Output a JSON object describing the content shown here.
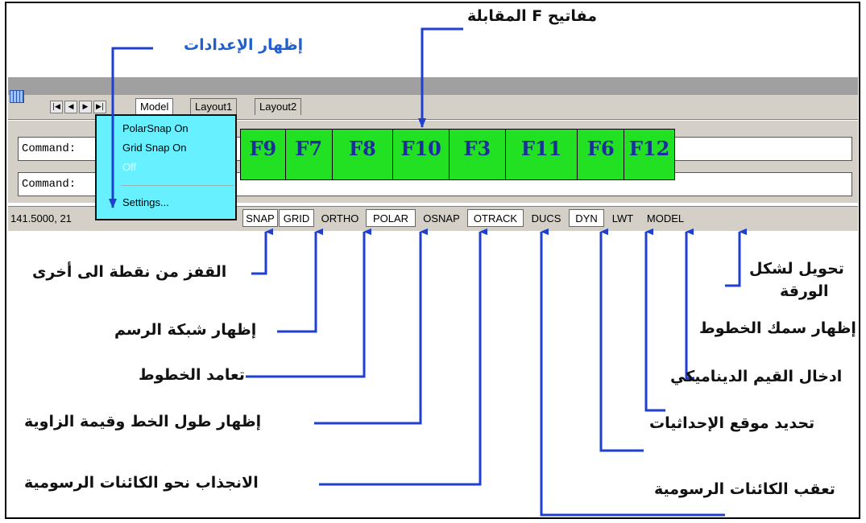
{
  "annotations": {
    "fkeys_title": "مفاتيح F المقابلة",
    "show_settings": "إظهار الإعدادات",
    "snap": "القفز من نقطة الى أخرى",
    "grid": "إظهار شبكة الرسم",
    "ortho": "تعامد الخطوط",
    "polar": "إظهار طول الخط وقيمة الزاوية",
    "osnap": "الانجذاب نحو الكائنات الرسومية",
    "model_line1": "تحويل لشكل",
    "model_line2": "الورقة",
    "lwt": "إظهار سمك الخطوط",
    "dyn": "ادخال القيم الديناميكي",
    "ducs": "تحديد موقع الإحداثيات",
    "otrack": "تعقب الكائنات الرسومية"
  },
  "layout_tabs": [
    "Model",
    "Layout1",
    "Layout2"
  ],
  "nav_buttons": [
    "|◀",
    "◀",
    "▶",
    "▶|"
  ],
  "command_lines": [
    "Command:",
    "Command:"
  ],
  "coordinates": "141.5000, 21",
  "function_keys": [
    "F9",
    "F7",
    "F8",
    "F10",
    "F3",
    "F11",
    "F6",
    "F12"
  ],
  "context_menu": {
    "items": [
      "PolarSnap On",
      "Grid Snap On",
      "Off",
      "Settings..."
    ]
  },
  "status_buttons": [
    {
      "label": "SNAP",
      "state": "on"
    },
    {
      "label": "GRID",
      "state": "on"
    },
    {
      "label": "ORTHO",
      "state": "off"
    },
    {
      "label": "POLAR",
      "state": "on"
    },
    {
      "label": "OSNAP",
      "state": "off"
    },
    {
      "label": "OTRACK",
      "state": "on"
    },
    {
      "label": "DUCS",
      "state": "off"
    },
    {
      "label": "DYN",
      "state": "on"
    },
    {
      "label": "LWT",
      "state": "off"
    },
    {
      "label": "MODEL",
      "state": "off"
    }
  ],
  "colors": {
    "fkey_fill": "#22e022",
    "fkey_text": "#1a2e9e",
    "menu_fill": "#67f0ff",
    "annotation_blue": "#1f5fd0",
    "pointer_line": "#1f3fd0"
  }
}
